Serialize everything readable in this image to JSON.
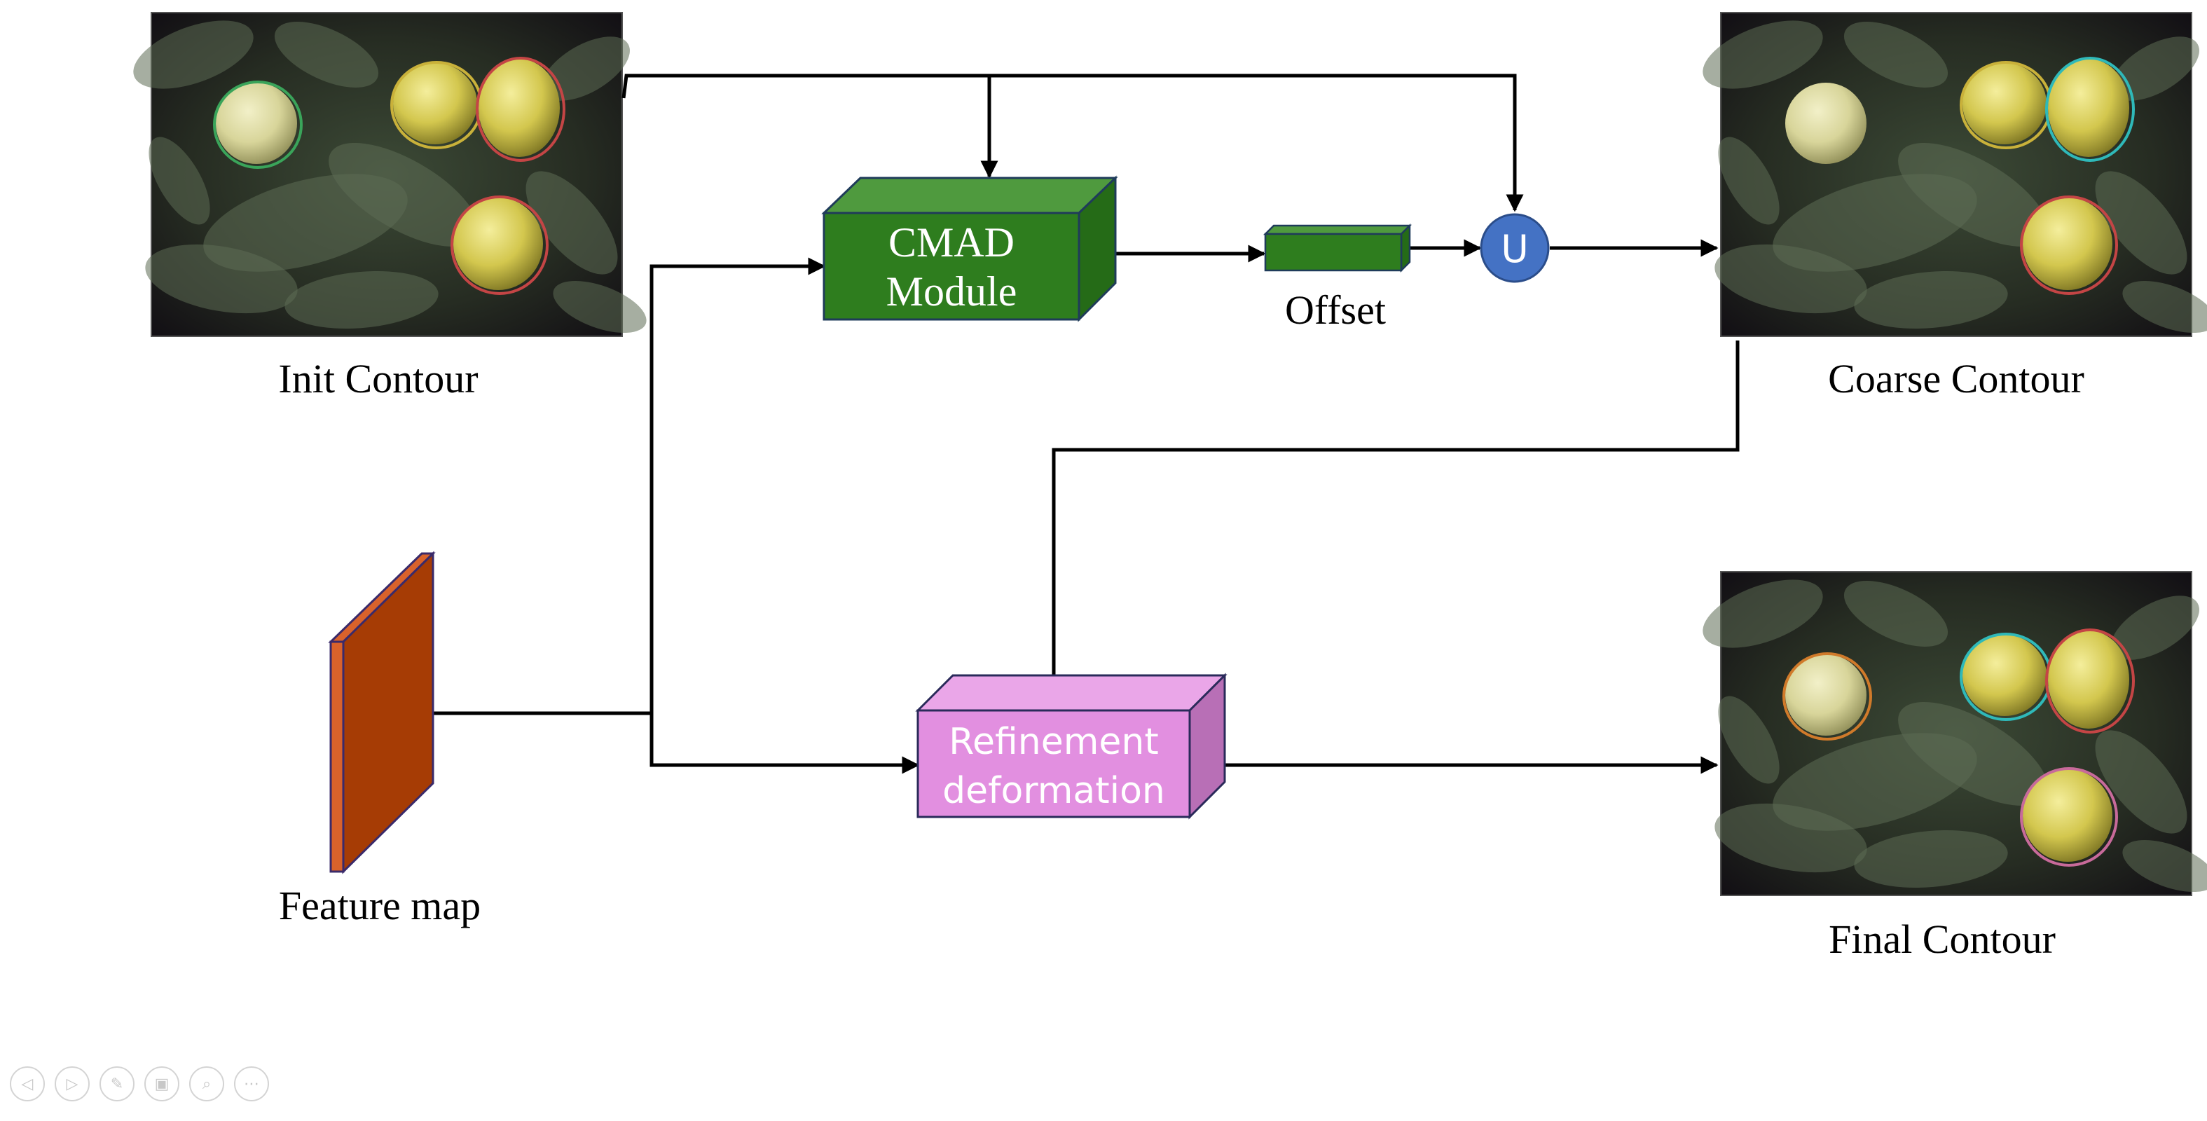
{
  "labels": {
    "init_contour": "Init Contour",
    "coarse_contour": "Coarse Contour",
    "final_contour": "Final Contour",
    "feature_map": "Feature map",
    "offset": "Offset",
    "union_symbol": "U",
    "cmad_line1": "CMAD",
    "cmad_line2": "Module",
    "refine_line1": "Refinement",
    "refine_line2": "deformation"
  },
  "colors": {
    "cmad_front": "#2e7d1e",
    "cmad_top": "#4f9a3e",
    "cmad_side": "#256b17",
    "offset_front": "#2e7d1e",
    "union_fill": "#4472c4",
    "refine_front": "#e28fe0",
    "refine_top": "#eaa6e8",
    "refine_side": "#b86fb6",
    "feature_front": "#a63c05",
    "feature_side": "#d9622b",
    "contour_green": "#3aa45a",
    "contour_yellow": "#c9b13a",
    "contour_cyan": "#2fb9b9",
    "contour_red": "#c44545",
    "contour_orange": "#d07a2a",
    "contour_pink": "#c86a9a"
  },
  "toolbar": {
    "icons": [
      "prev-slide-icon",
      "next-slide-icon",
      "pen-icon",
      "slides-icon",
      "zoom-icon",
      "more-icon"
    ],
    "glyphs": [
      "◁",
      "▷",
      "✎",
      "▣",
      "⌕",
      "⋯"
    ]
  }
}
